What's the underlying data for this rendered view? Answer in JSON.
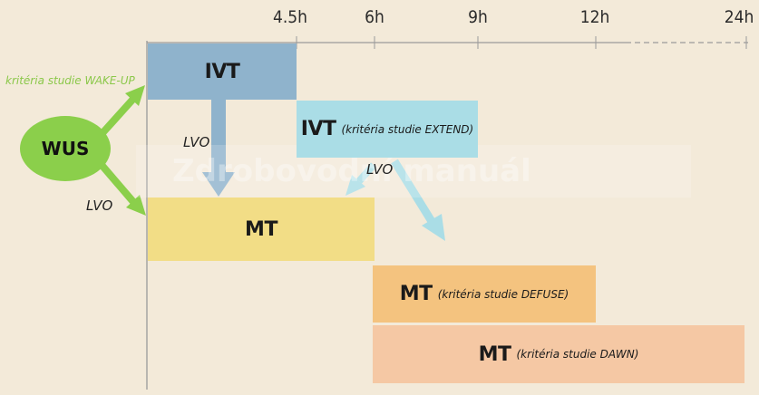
{
  "timeline": {
    "ticks": [
      "4.5h",
      "6h",
      "9h",
      "12h",
      "24h"
    ]
  },
  "boxes": {
    "ivt": {
      "label": "IVT"
    },
    "ivt_extend": {
      "label": "IVT",
      "note": "(kritéria studie EXTEND)"
    },
    "mt": {
      "label": "MT"
    },
    "mt_defuse": {
      "label": "MT",
      "note": "(kritéria studie DEFUSE)"
    },
    "mt_dawn": {
      "label": "MT",
      "note": "(kritéria studie DAWN)"
    }
  },
  "wus": {
    "label": "WUS"
  },
  "annotations": {
    "wakeup_criteria": "kritéria studie WAKE-UP",
    "lvo_left": "LVO",
    "lvo_ivt": "LVO",
    "lvo_extend": "LVO"
  },
  "watermark": {
    "text": "Zdrobovodní manuál"
  },
  "colors": {
    "background": "#f3ead9",
    "ivt": "#8fb3cc",
    "ivt_extend": "#aadde6",
    "mt": "#f2dd86",
    "mt_defuse": "#f4c37f",
    "mt_dawn": "#f5c8a4",
    "wus_green": "#8bcf4b",
    "axis": "#9a9a9a"
  }
}
